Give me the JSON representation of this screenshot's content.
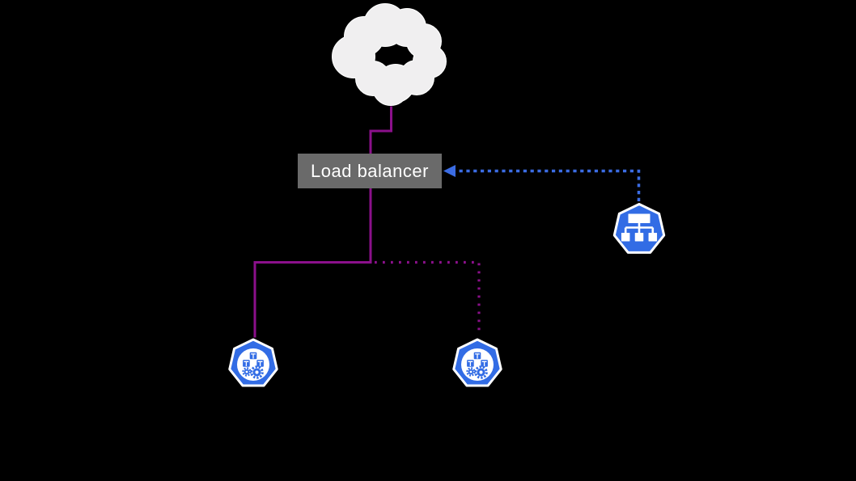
{
  "load_balancer": {
    "label": "Load balancer"
  },
  "icons": {
    "cloud": "internet-cloud-icon",
    "ingress": "kubernetes-ingress-icon",
    "cluster_left": "kubernetes-pods-gears-icon",
    "cluster_middle": "kubernetes-pods-gears-icon"
  },
  "connectors": {
    "cloud_to_loadbalancer": "solid",
    "loadbalancer_to_cluster_left": "solid",
    "loadbalancer_to_cluster_middle": "dotted",
    "ingress_to_loadbalancer": "dashed-arrow"
  },
  "colors": {
    "background": "#000000",
    "purple_line": "#8B108B",
    "arrow_blue": "#3B6CE3",
    "k8s_blue": "#326CE5",
    "cloud_fill": "#F0EFF0",
    "lb_bg": "#6A6A6A",
    "lb_text": "#FFFFFF"
  }
}
